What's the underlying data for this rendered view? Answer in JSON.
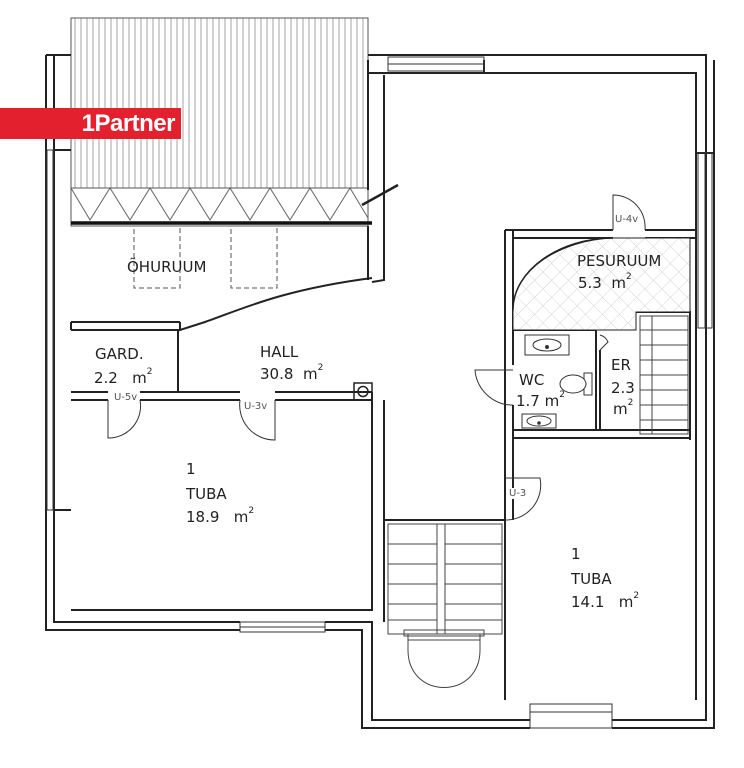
{
  "brand": {
    "logo_text": "1Partner",
    "logo_color": "#e3202e"
  },
  "rooms": {
    "ohuruum": {
      "name": "ÕHURUUM"
    },
    "pesuruum": {
      "name": "PESURUUM",
      "area": "5.3",
      "unit": "m"
    },
    "gard": {
      "name": "GARD.",
      "area": "2.2",
      "unit": "m"
    },
    "hall": {
      "name": "HALL",
      "area": "30.8",
      "unit": "m"
    },
    "wc": {
      "name": "WC",
      "area": "1.7",
      "unit": "m"
    },
    "er": {
      "name": "ER",
      "area": "2.3",
      "unit": "m"
    },
    "tuba_left": {
      "number": "1",
      "name": "TUBA",
      "area": "18.9",
      "unit": "m"
    },
    "tuba_right": {
      "number": "1",
      "name": "TUBA",
      "area": "14.1",
      "unit": "m"
    }
  },
  "area_exponent": "2",
  "doors": {
    "u4v": "U-4v",
    "u5v": "U-5v",
    "u3v": "U-3v",
    "u3": "U-3"
  }
}
